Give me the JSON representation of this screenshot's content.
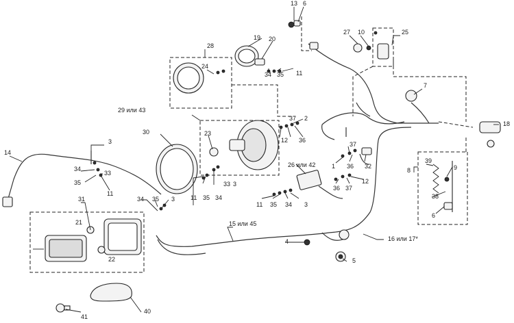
{
  "labels": {
    "l1": "1",
    "l2": "2",
    "l3a": "3",
    "l3b": "3",
    "l3c": "3",
    "l3d": "3",
    "l4": "4",
    "l5": "5",
    "l6a": "6",
    "l6b": "6",
    "l7": "7",
    "l8": "8",
    "l9": "9",
    "l10": "10",
    "l11a": "11",
    "l11b": "11",
    "l11c": "11",
    "l11d": "11",
    "l12a": "12",
    "l12b": "12",
    "l13": "13",
    "l14": "14",
    "l15": "15 или 45",
    "l16": "16 или 17*",
    "l18": "18",
    "l19": "19",
    "l20": "20",
    "l21": "21",
    "l22": "22",
    "l23": "23",
    "l24": "24",
    "l25": "25",
    "l26": "26 или 42",
    "l27": "27",
    "l28": "28",
    "l29": "29 или 43",
    "l30": "30",
    "l31": "31",
    "l32": "32",
    "l33a": "33",
    "l33b": "33",
    "l34a": "34",
    "l34b": "34",
    "l34c": "34",
    "l34d": "34",
    "l34e": "34",
    "l35a": "35",
    "l35b": "35",
    "l35c": "35",
    "l35d": "35",
    "l35e": "35",
    "l36a": "36",
    "l36b": "36",
    "l36c": "36",
    "l37a": "37",
    "l37b": "37",
    "l37c": "37",
    "l38": "38",
    "l39": "39",
    "l40": "40",
    "l41": "41"
  }
}
